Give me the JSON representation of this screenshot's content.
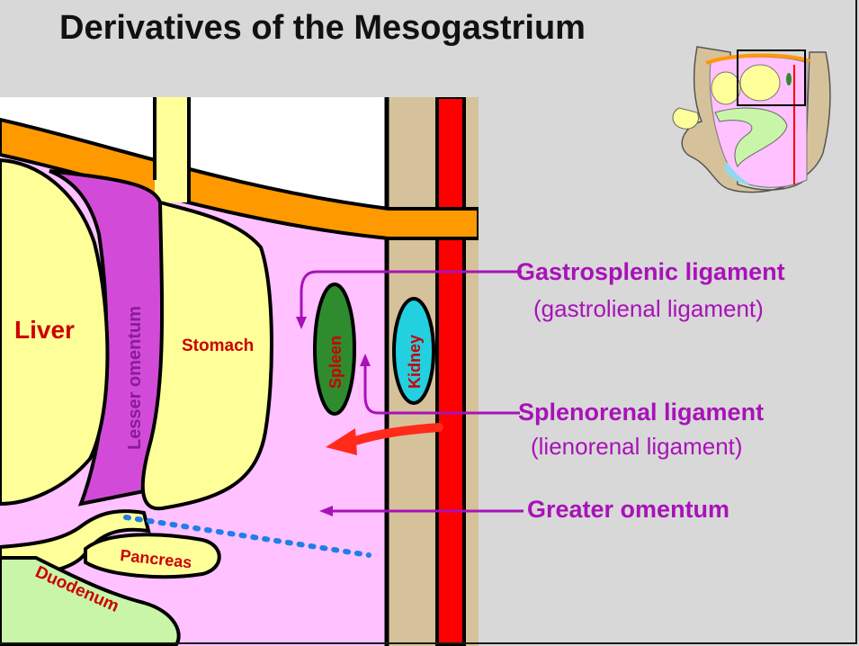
{
  "slide": {
    "title": "Derivatives of the Mesogastrium"
  },
  "organs": {
    "liver": "Liver",
    "lesser_omentum": "Lesser omentum",
    "stomach": "Stomach",
    "spleen": "Spleen",
    "kidney": "Kidney",
    "pancreas": "Pancreas",
    "duodenum": "Duodenum"
  },
  "annotations": {
    "gastrosplenic": "Gastrosplenic ligament",
    "gastrosplenic_alt": "(gastrolienal  ligament)",
    "splenorenal": "Splenorenal ligament",
    "splenorenal_alt": "(lienorenal  ligament)",
    "greater_omentum": "Greater omentum"
  },
  "colors": {
    "background": "#d8d8d8",
    "liver": "#ffff99",
    "stomach": "#ffff99",
    "mesogastrium": "#ffc1ff",
    "lesser_omentum": "#d24bd8",
    "body_wall": "#d6c29a",
    "aorta": "#ff0000",
    "dorsal_band": "#ff9900",
    "spleen": "#2e8b2e",
    "kidney": "#22d0e0",
    "duodenum": "#c8f5a8",
    "label_purple": "#a812b8",
    "label_red": "#cc0000"
  }
}
